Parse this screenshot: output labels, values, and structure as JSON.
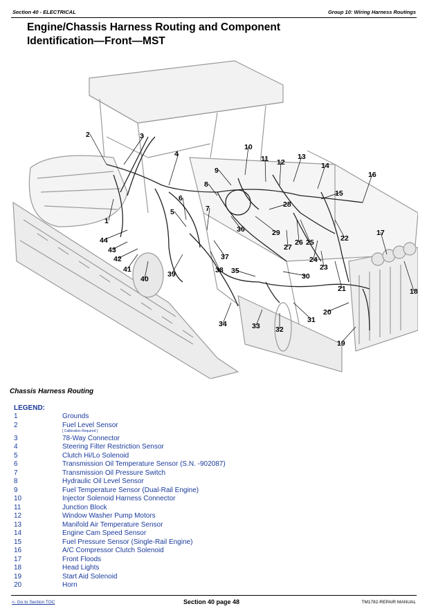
{
  "header": {
    "left": "Section 40 - ELECTRICAL",
    "right": "Group 10: Wiring Harness Routings"
  },
  "title": {
    "line1": "Engine/Chassis Harness Routing and Component",
    "line2": "Identification—Front—MST"
  },
  "figure": {
    "callouts": [
      "1",
      "2",
      "3",
      "4",
      "5",
      "6",
      "7",
      "8",
      "9",
      "10",
      "11",
      "12",
      "13",
      "14",
      "15",
      "16",
      "17",
      "18",
      "19",
      "20",
      "21",
      "22",
      "23",
      "24",
      "25",
      "26",
      "27",
      "28",
      "29",
      "30",
      "31",
      "32",
      "33",
      "34",
      "35",
      "36",
      "37",
      "38",
      "39",
      "40",
      "41",
      "42",
      "43",
      "44"
    ]
  },
  "caption": "Chassis Harness Routing",
  "legend": {
    "title": "LEGEND:",
    "items": [
      {
        "num": "1",
        "name": "Grounds"
      },
      {
        "num": "2",
        "name": "Fuel Level Sensor",
        "note": "[ Calibration Required ]"
      },
      {
        "num": "3",
        "name": "78-Way Connector"
      },
      {
        "num": "4",
        "name": "Steering Filter Restriction Sensor"
      },
      {
        "num": "5",
        "name": "Clutch Hi/Lo Solenoid"
      },
      {
        "num": "6",
        "name": "Transmission Oil Temperature Sensor (S.N. -902087)"
      },
      {
        "num": "7",
        "name": "Transmission Oil Pressure Switch"
      },
      {
        "num": "8",
        "name": "Hydraulic Oil Level Sensor"
      },
      {
        "num": "9",
        "name": "Fuel Temperature Sensor (Dual-Rail Engine)"
      },
      {
        "num": "10",
        "name": "Injector Solenoid Harness Connector"
      },
      {
        "num": "11",
        "name": "Junction Block"
      },
      {
        "num": "12",
        "name": "Window Washer Pump Motors"
      },
      {
        "num": "13",
        "name": "Manifold Air Temperature Sensor"
      },
      {
        "num": "14",
        "name": "Engine Cam Speed Sensor"
      },
      {
        "num": "15",
        "name": "Fuel Pressure Sensor (Single-Rail Engine)"
      },
      {
        "num": "16",
        "name": "A/C Compressor Clutch Solenoid"
      },
      {
        "num": "17",
        "name": "Front Floods"
      },
      {
        "num": "18",
        "name": "Head Lights"
      },
      {
        "num": "19",
        "name": "Start Aid Solenoid"
      },
      {
        "num": "20",
        "name": "Horn"
      }
    ]
  },
  "footer": {
    "toc_link": "<- Go to Section TOC",
    "page": "Section 40 page 48",
    "manual": "TM1782-REPAIR MANUAL"
  }
}
